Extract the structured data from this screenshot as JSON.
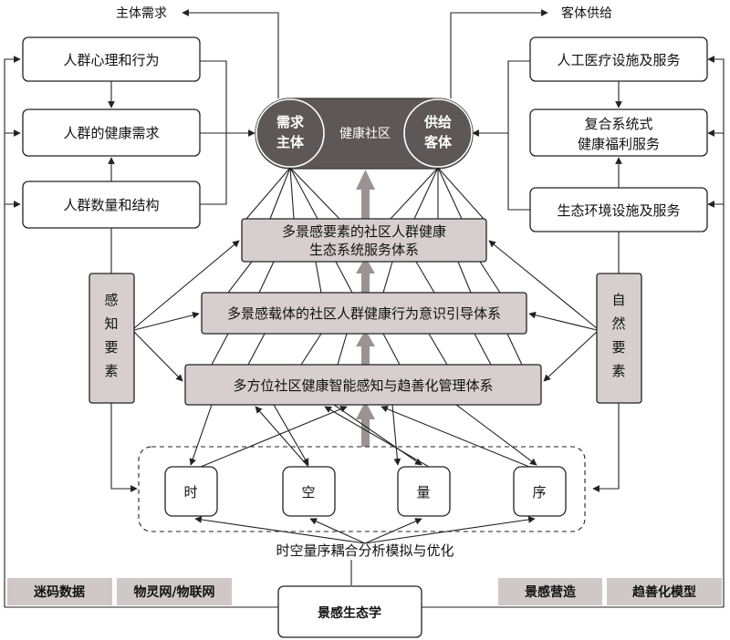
{
  "top_labels": {
    "demand": "主体需求",
    "supply": "客体供给"
  },
  "left_boxes": [
    "人群心理和行为",
    "人群的健康需求",
    "人群数量和结构"
  ],
  "right_boxes": [
    {
      "lines": [
        "人工医疗设施及服务"
      ]
    },
    {
      "lines": [
        "复合系统式",
        "健康福利服务"
      ]
    },
    {
      "lines": [
        "生态环境设施及服务"
      ]
    }
  ],
  "center": {
    "left_circle": [
      "需求",
      "主体"
    ],
    "middle": "健康社区",
    "right_circle": [
      "供给",
      "客体"
    ]
  },
  "systems": [
    {
      "lines": [
        "多景感要素的社区人群健康",
        "生态系统服务体系"
      ]
    },
    {
      "lines": [
        "多景感载体的社区人群健康行为意识引导体系"
      ]
    },
    {
      "lines": [
        "多方位社区健康智能感知与趋善化管理体系"
      ]
    }
  ],
  "side_elements": {
    "left": [
      "感",
      "知",
      "要",
      "素"
    ],
    "right": [
      "自",
      "然",
      "要",
      "素"
    ]
  },
  "dimensions": [
    "时",
    "空",
    "量",
    "序"
  ],
  "coupling_label": "时空量序耦合分析模拟与优化",
  "bottom_tags": [
    "迷码数据",
    "物灵网/物联网",
    "景感营造",
    "趋善化模型"
  ],
  "bottom_box": "景感生态学",
  "colors": {
    "dark_node": "#5e5757",
    "box_fill": "#d6cfcd",
    "tag_fill": "#cfc8c6",
    "arrow_gray": "#9b9393"
  }
}
